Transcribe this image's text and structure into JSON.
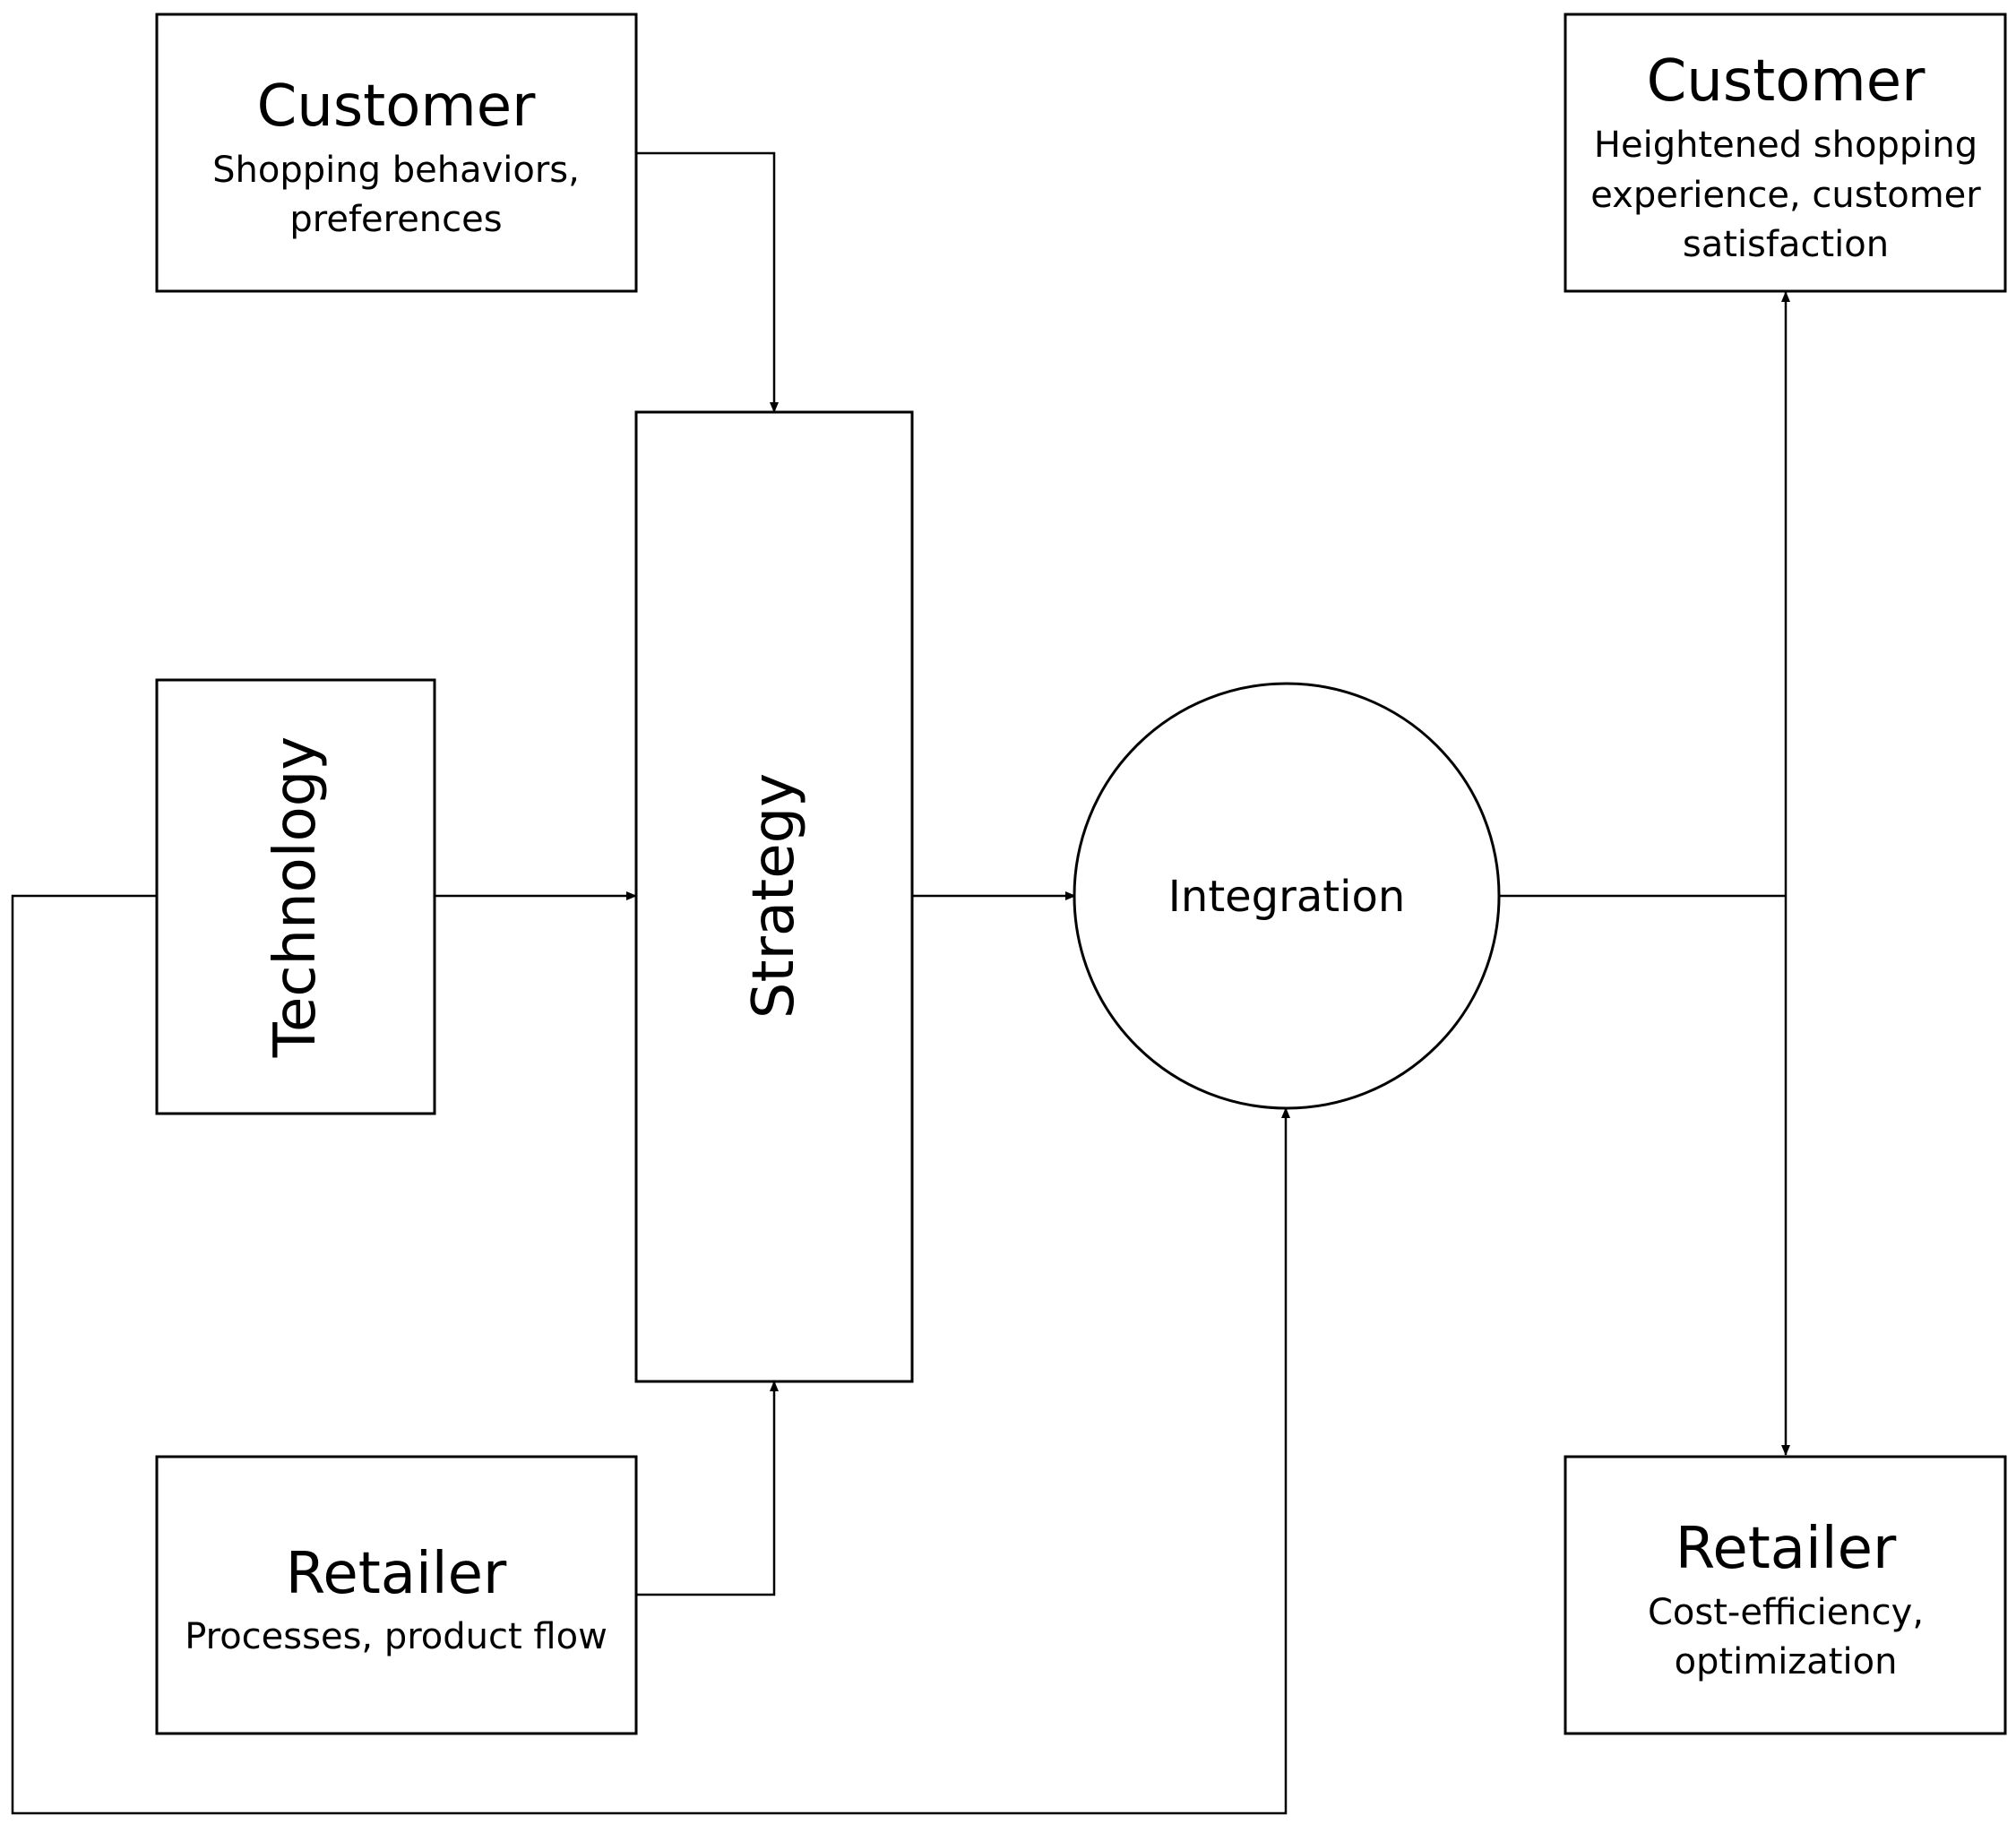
{
  "diagram": {
    "nodes": {
      "customer_input": {
        "title": "Customer",
        "subtitle_lines": [
          "Shopping behaviors,",
          "preferences"
        ]
      },
      "technology": {
        "title": "Technology"
      },
      "retailer_input": {
        "title": "Retailer",
        "subtitle_lines": [
          "Processes, product flow"
        ]
      },
      "strategy": {
        "title": "Strategy"
      },
      "integration": {
        "title": "Integration"
      },
      "customer_outcome": {
        "title": "Customer",
        "subtitle_lines": [
          "Heightened shopping",
          "experience, customer",
          "satisfaction"
        ]
      },
      "retailer_outcome": {
        "title": "Retailer",
        "subtitle_lines": [
          "Cost-efficiency,",
          "optimization"
        ]
      }
    },
    "edges": [
      {
        "from": "customer_input",
        "to": "strategy"
      },
      {
        "from": "technology",
        "to": "strategy"
      },
      {
        "from": "retailer_input",
        "to": "strategy"
      },
      {
        "from": "strategy",
        "to": "integration"
      },
      {
        "from": "technology",
        "to": "integration"
      },
      {
        "from": "integration",
        "to": "customer_outcome"
      },
      {
        "from": "integration",
        "to": "retailer_outcome"
      }
    ]
  }
}
